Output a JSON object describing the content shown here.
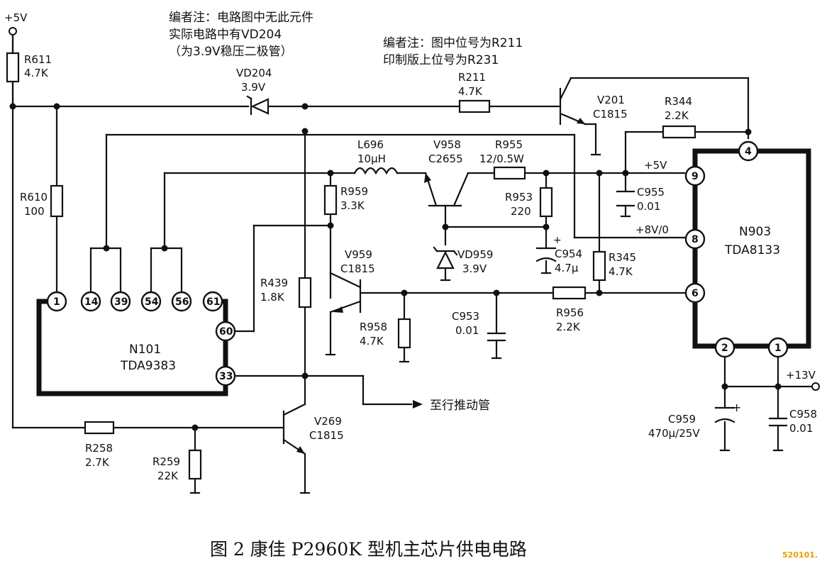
{
  "notes": {
    "editor_note_1": [
      "编者注：电路图中无此元件",
      "实际电路中有VD204",
      "（为3.9V稳压二极管）"
    ],
    "editor_note_2": [
      "编者注：图中位号为R211",
      "印制版上位号为R231"
    ]
  },
  "nets": {
    "plus5v_top": "+5V",
    "plus5v_n903": "+5V",
    "plus8v_n903": "+8V/0",
    "plus13v": "+13V",
    "to_driver": "至行推动管"
  },
  "ics": {
    "n101": {
      "ref": "N101",
      "part": "TDA9383",
      "pins_top": [
        "1",
        "14",
        "39",
        "54",
        "56",
        "61"
      ],
      "pins_right": [
        "60",
        "33"
      ]
    },
    "n903": {
      "ref": "N903",
      "part": "TDA8133",
      "pins": [
        "4",
        "9",
        "8",
        "6",
        "2",
        "1"
      ]
    }
  },
  "components": {
    "r611": {
      "ref": "R611",
      "value": "4.7K"
    },
    "vd204": {
      "ref": "VD204",
      "value": "3.9V"
    },
    "r211": {
      "ref": "R211",
      "value": "4.7K"
    },
    "v201": {
      "ref": "V201",
      "value": "C1815"
    },
    "r344": {
      "ref": "R344",
      "value": "2.2K"
    },
    "l696": {
      "ref": "L696",
      "value": "10μH"
    },
    "v958": {
      "ref": "V958",
      "value": "C2655"
    },
    "r955": {
      "ref": "R955",
      "value": "12/0.5W"
    },
    "r953": {
      "ref": "R953",
      "value": "220"
    },
    "c955": {
      "ref": "C955",
      "value": "0.01"
    },
    "r610": {
      "ref": "R610",
      "value": "100"
    },
    "r959": {
      "ref": "R959",
      "value": "3.3K"
    },
    "vd959": {
      "ref": "VD959",
      "value": "3.9V"
    },
    "c954": {
      "ref": "C954",
      "value": "4.7μ"
    },
    "r345": {
      "ref": "R345",
      "value": "4.7K"
    },
    "v959": {
      "ref": "V959",
      "value": "C1815"
    },
    "r439": {
      "ref": "R439",
      "value": "1.8K"
    },
    "r958": {
      "ref": "R958",
      "value": "4.7K"
    },
    "c953": {
      "ref": "C953",
      "value": "0.01"
    },
    "r956": {
      "ref": "R956",
      "value": "2.2K"
    },
    "v269": {
      "ref": "V269",
      "value": "C1815"
    },
    "r258": {
      "ref": "R258",
      "value": "2.7K"
    },
    "r259": {
      "ref": "R259",
      "value": "22K"
    },
    "c959": {
      "ref": "C959",
      "value": "470μ/25V"
    },
    "c958": {
      "ref": "C958",
      "value": "0.01"
    }
  },
  "caption": "图 2   康佳 P2960K 型机主芯片供电电路",
  "watermark": "520101."
}
